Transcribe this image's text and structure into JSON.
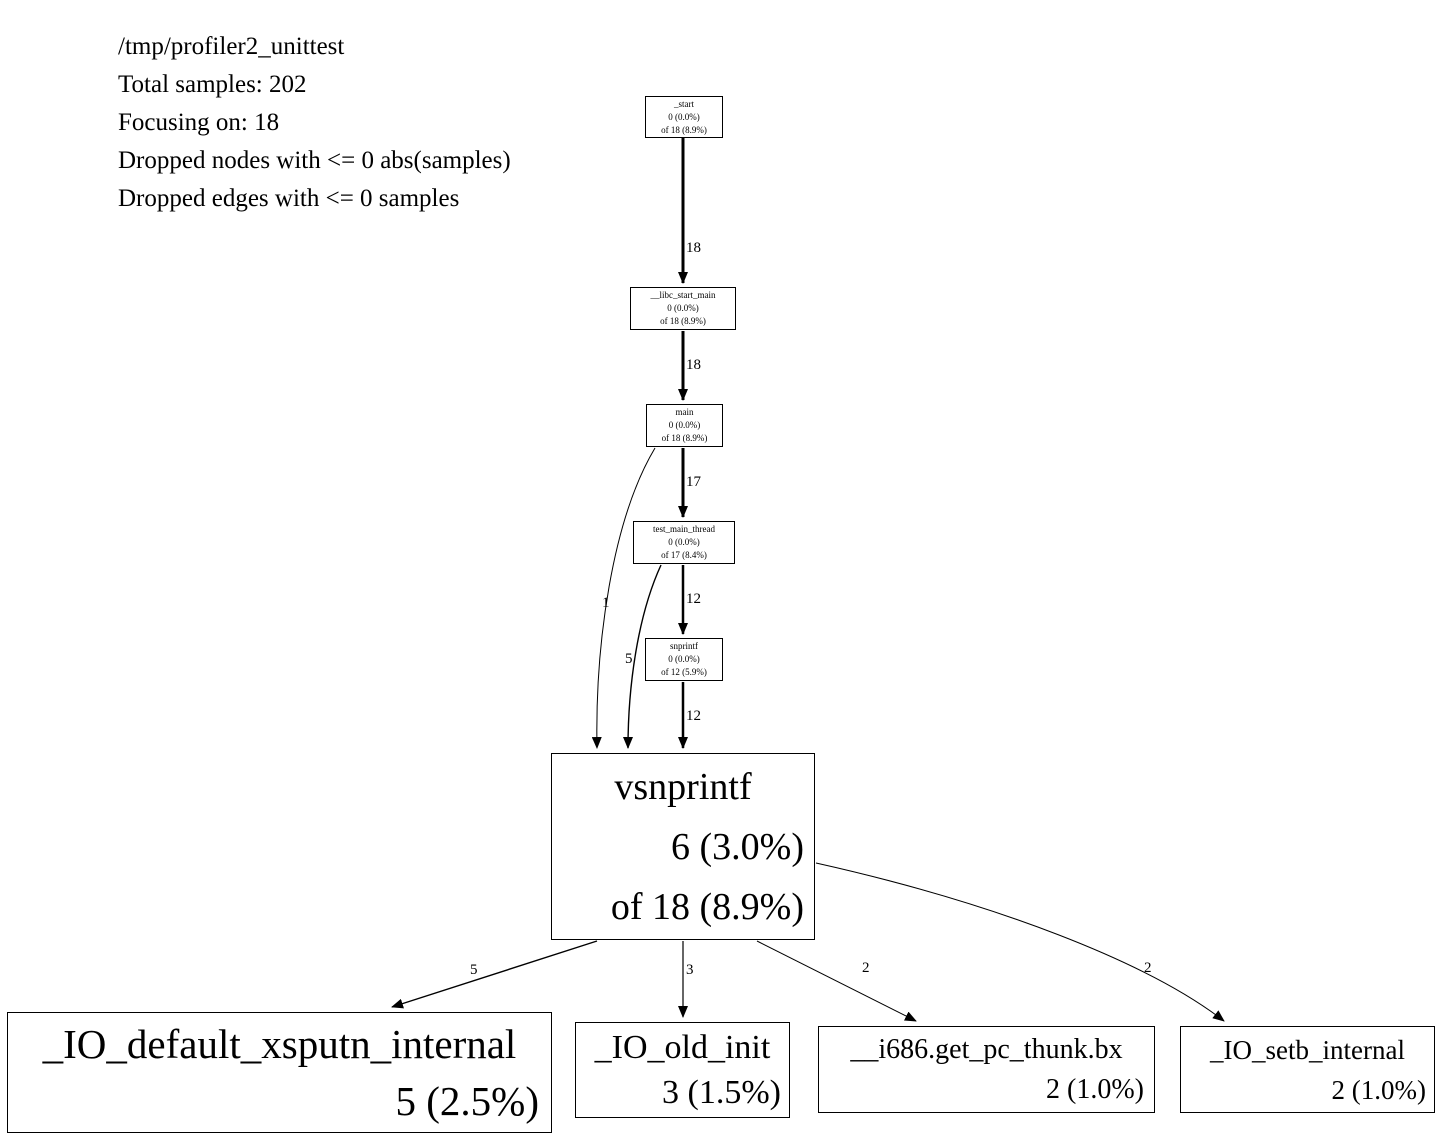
{
  "header": {
    "lines": [
      "/tmp/profiler2_unittest",
      "Total samples: 202",
      "Focusing on: 18",
      "Dropped nodes with <= 0 abs(samples)",
      "Dropped edges with <= 0 samples"
    ]
  },
  "nodes": [
    {
      "name": "_start",
      "lines": [
        "_start",
        "0 (0.0%)",
        "of 18 (8.9%)"
      ]
    },
    {
      "name": "__libc_start_main",
      "lines": [
        "__libc_start_main",
        "0 (0.0%)",
        "of 18 (8.9%)"
      ]
    },
    {
      "name": "main",
      "lines": [
        "main",
        "0 (0.0%)",
        "of 18 (8.9%)"
      ]
    },
    {
      "name": "test_main_thread",
      "lines": [
        "test_main_thread",
        "0 (0.0%)",
        "of 17 (8.4%)"
      ]
    },
    {
      "name": "snprintf",
      "lines": [
        "snprintf",
        "0 (0.0%)",
        "of 12 (5.9%)"
      ]
    },
    {
      "name": "vsnprintf",
      "lines": [
        "vsnprintf",
        "6 (3.0%)",
        "of 18 (8.9%)"
      ]
    },
    {
      "name": "_IO_default_xsputn_internal",
      "lines": [
        "_IO_default_xsputn_internal",
        "5 (2.5%)"
      ]
    },
    {
      "name": "_IO_old_init",
      "lines": [
        "_IO_old_init",
        "3 (1.5%)"
      ]
    },
    {
      "name": "__i686.get_pc_thunk.bx",
      "lines": [
        "__i686.get_pc_thunk.bx",
        "2 (1.0%)"
      ]
    },
    {
      "name": "_IO_setb_internal",
      "lines": [
        "_IO_setb_internal",
        "2 (1.0%)"
      ]
    }
  ],
  "edges": [
    {
      "from": "_start",
      "to": "__libc_start_main",
      "label": "18"
    },
    {
      "from": "__libc_start_main",
      "to": "main",
      "label": "18"
    },
    {
      "from": "main",
      "to": "test_main_thread",
      "label": "17"
    },
    {
      "from": "test_main_thread",
      "to": "snprintf",
      "label": "12"
    },
    {
      "from": "snprintf",
      "to": "vsnprintf",
      "label": "12"
    },
    {
      "from": "main",
      "to": "vsnprintf",
      "label": "1"
    },
    {
      "from": "test_main_thread",
      "to": "vsnprintf",
      "label": "5"
    },
    {
      "from": "vsnprintf",
      "to": "_IO_default_xsputn_internal",
      "label": "5"
    },
    {
      "from": "vsnprintf",
      "to": "_IO_old_init",
      "label": "3"
    },
    {
      "from": "vsnprintf",
      "to": "__i686.get_pc_thunk.bx",
      "label": "2"
    },
    {
      "from": "vsnprintf",
      "to": "_IO_setb_internal",
      "label": "2"
    }
  ],
  "colors": {
    "background": "#ffffff",
    "node_fill": "#ffffff",
    "node_border": "#000000",
    "edge": "#000000",
    "text": "#000000"
  }
}
